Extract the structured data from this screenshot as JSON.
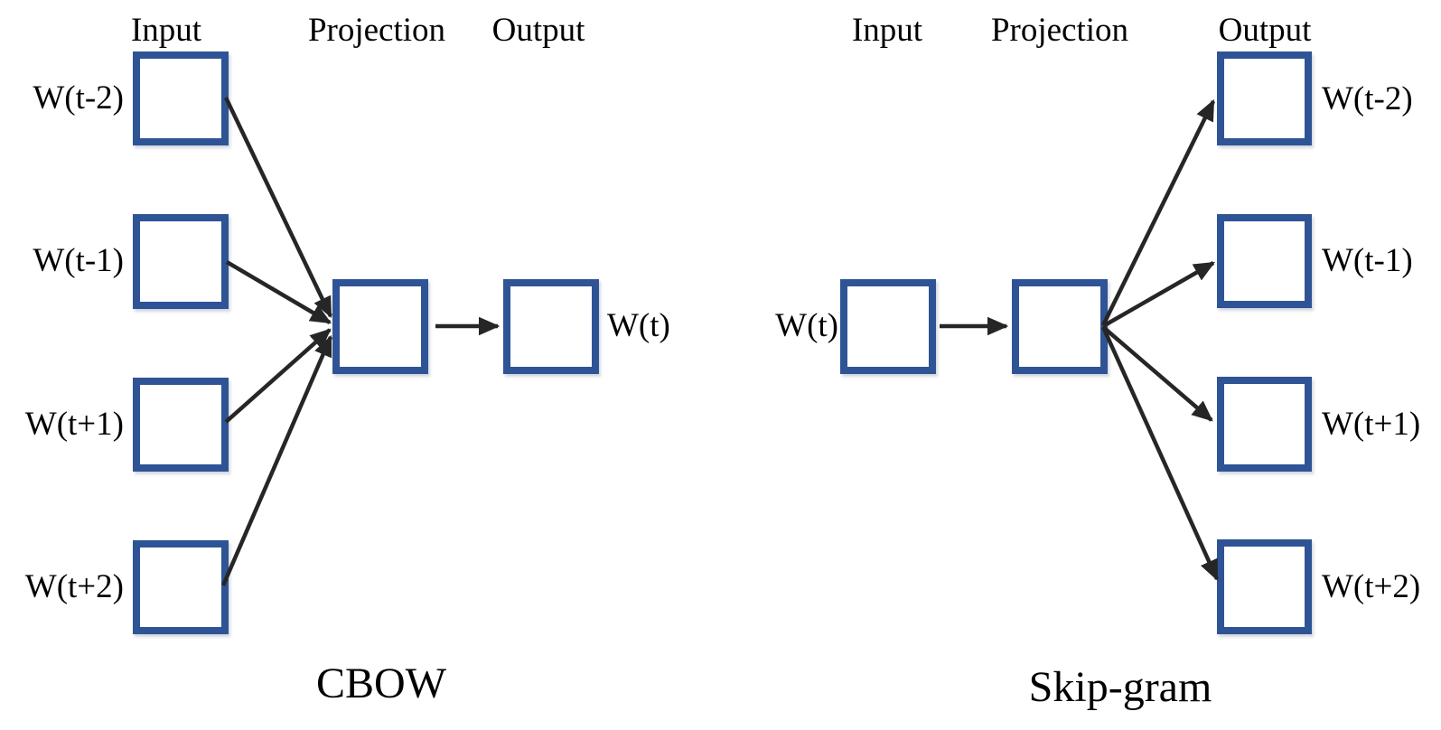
{
  "cbow": {
    "title": "CBOW",
    "headers": {
      "input": "Input",
      "projection": "Projection",
      "output": "Output"
    },
    "context_words": [
      "W(t-2)",
      "W(t-1)",
      "W(t+1)",
      "W(t+2)"
    ],
    "target_word": "W(t)"
  },
  "skipgram": {
    "title": "Skip-gram",
    "headers": {
      "input": "Input",
      "projection": "Projection",
      "output": "Output"
    },
    "input_word": "W(t)",
    "context_words": [
      "W(t-2)",
      "W(t-1)",
      "W(t+1)",
      "W(t+2)"
    ]
  },
  "colors": {
    "box_border": "#2F5496",
    "arrow": "#262626",
    "text": "#000000",
    "background": "#FFFFFF"
  }
}
